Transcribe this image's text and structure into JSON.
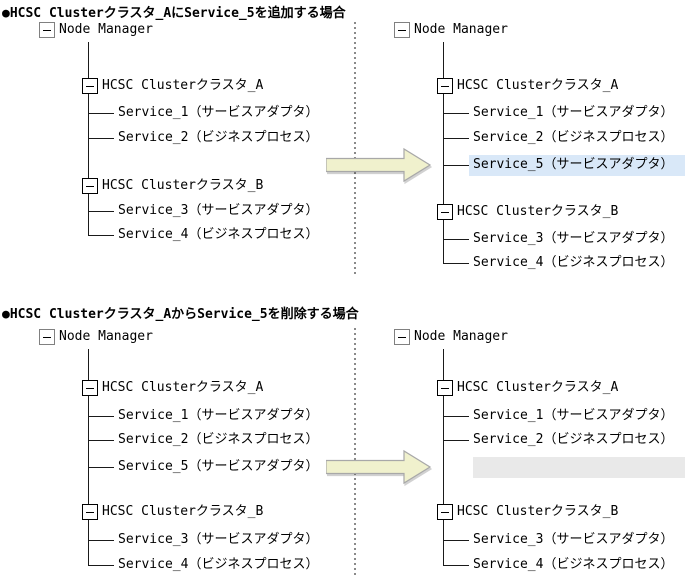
{
  "colors": {
    "tree_line": "#1a1a1a",
    "root_box_border": "#808080",
    "cluster_box_border": "#000000",
    "added_highlight": "#d9e8f8",
    "removed_placeholder": "#e9e9e9",
    "arrow_fill": "#f0f1cd",
    "arrow_border": "#a8a8a8",
    "separator_dots": "#8a8a8a"
  },
  "sections": [
    {
      "title": "●HCSC Clusterクラスタ_AにService_5を追加する場合",
      "left": {
        "root": "Node Manager",
        "cluster_a": "HCSC Clusterクラスタ_A",
        "s1": "Service_1（サービスアダプタ）",
        "s2": "Service_2（ビジネスプロセス）",
        "cluster_b": "HCSC Clusterクラスタ_B",
        "s3": "Service_3（サービスアダプタ）",
        "s4": "Service_4（ビジネスプロセス）"
      },
      "right": {
        "root": "Node Manager",
        "cluster_a": "HCSC Clusterクラスタ_A",
        "s1": "Service_1（サービスアダプタ）",
        "s2": "Service_2（ビジネスプロセス）",
        "s5": "Service_5（サービスアダプタ）",
        "cluster_b": "HCSC Clusterクラスタ_B",
        "s3": "Service_3（サービスアダプタ）",
        "s4": "Service_4（ビジネスプロセス）"
      }
    },
    {
      "title": "●HCSC Clusterクラスタ_AからService_5を削除する場合",
      "left": {
        "root": "Node Manager",
        "cluster_a": "HCSC Clusterクラスタ_A",
        "s1": "Service_1（サービスアダプタ）",
        "s2": "Service_2（ビジネスプロセス）",
        "s5": "Service_5（サービスアダプタ）",
        "cluster_b": "HCSC Clusterクラスタ_B",
        "s3": "Service_3（サービスアダプタ）",
        "s4": "Service_4（ビジネスプロセス）"
      },
      "right": {
        "root": "Node Manager",
        "cluster_a": "HCSC Clusterクラスタ_A",
        "s1": "Service_1（サービスアダプタ）",
        "s2": "Service_2（ビジネスプロセス）",
        "cluster_b": "HCSC Clusterクラスタ_B",
        "s3": "Service_3（サービスアダプタ）",
        "s4": "Service_4（ビジネスプロセス）"
      }
    }
  ]
}
